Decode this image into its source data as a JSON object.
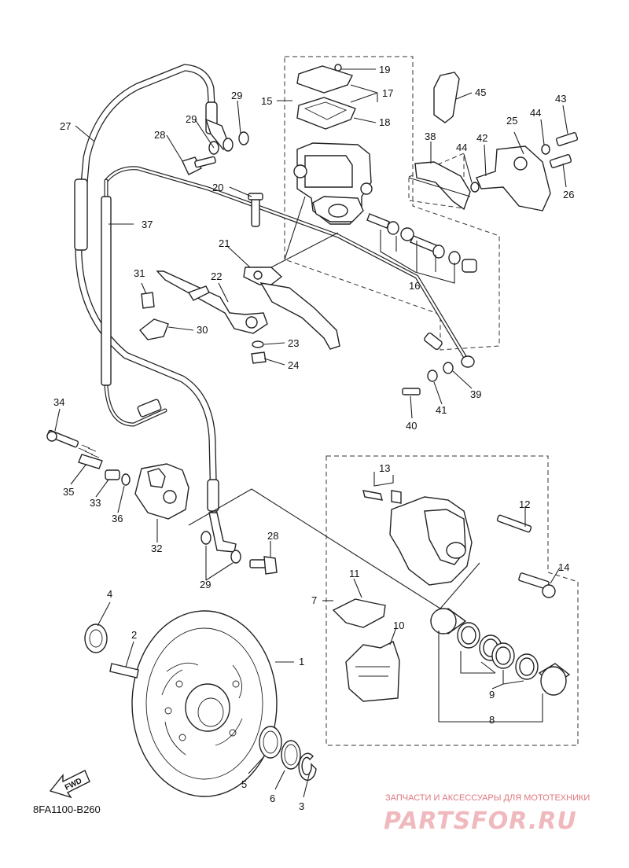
{
  "diagram": {
    "part_numbers": [
      "1",
      "2",
      "3",
      "4",
      "5",
      "6",
      "7",
      "8",
      "9",
      "10",
      "11",
      "12",
      "13",
      "14",
      "15",
      "16",
      "17",
      "18",
      "19",
      "20",
      "21",
      "22",
      "23",
      "24",
      "25",
      "26",
      "27",
      "28",
      "28",
      "29",
      "29",
      "29",
      "30",
      "31",
      "32",
      "33",
      "34",
      "35",
      "36",
      "37",
      "38",
      "39",
      "40",
      "41",
      "42",
      "43",
      "44",
      "44",
      "45"
    ],
    "code": "8FA1100-B260",
    "fwd_label": "FWD"
  },
  "watermark": {
    "tagline": "ЗАПЧАСТИ И АКСЕССУАРЫ ДЛЯ МОТОТЕХНИКИ",
    "brand": "PARTSFOR.RU"
  }
}
